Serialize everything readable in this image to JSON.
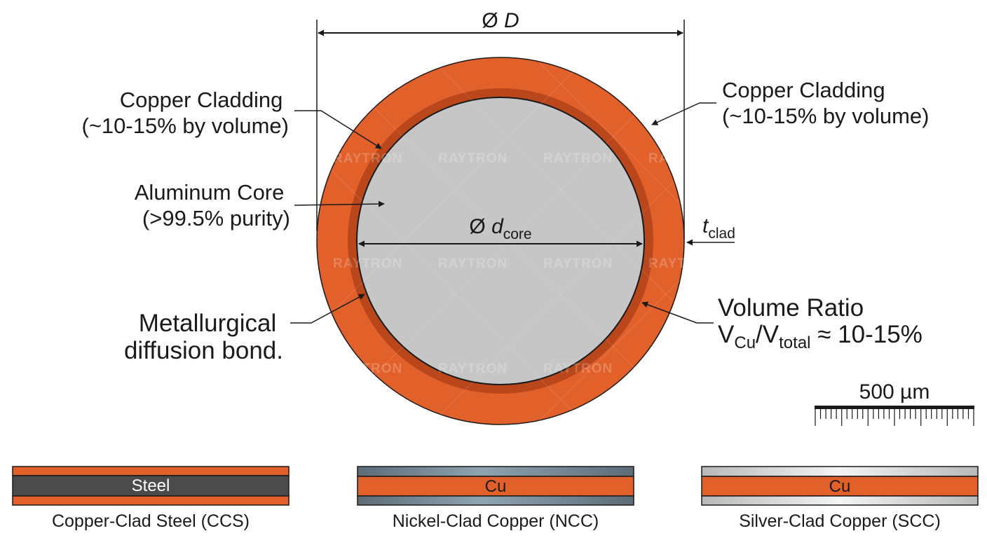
{
  "colors": {
    "copper": "#e2602a",
    "copper_dark": "#b9471b",
    "aluminum": "#c6c6c6",
    "steel": "#4b4b4b",
    "nickel": "#6f8290",
    "silver": "#d9d9d9",
    "outline": "#1a1a1a"
  },
  "dimensions": {
    "outer_diameter": {
      "symbol": "Ø",
      "var": "D"
    },
    "core_diameter": {
      "symbol": "Ø",
      "var": "d",
      "sub": "core"
    },
    "clad_thickness": {
      "var": "t",
      "sub": "clad"
    }
  },
  "callouts": {
    "cladding_left": {
      "line1": "Copper Cladding",
      "line2": "(~10-15% by volume)"
    },
    "cladding_right": {
      "line1": "Copper Cladding",
      "line2": "(~10-15% by volume)"
    },
    "core": {
      "line1": "Aluminum Core",
      "line2": "(>99.5% purity)"
    },
    "bond": {
      "line1": "Metallurgical",
      "line2": "diffusion bond."
    },
    "volume_ratio": {
      "title": "Volume Ratio",
      "v1": "V",
      "v1_sub": "Cu",
      "slash": "/",
      "v2": "V",
      "v2_sub": "total",
      "value": " ≈ 10-15%"
    }
  },
  "scale_bar": {
    "label": "500 µm"
  },
  "watermark": {
    "text": "RAYTRON"
  },
  "variants": [
    {
      "id": "ccs",
      "core_label": "Steel",
      "caption": "Copper-Clad Steel (CCS)",
      "core_color": "steel",
      "clad_color": "copper"
    },
    {
      "id": "ncc",
      "core_label": "Cu",
      "caption": "Nickel-Clad Copper (NCC)",
      "core_color": "copper",
      "clad_color": "nickel"
    },
    {
      "id": "scc",
      "core_label": "Cu",
      "caption": "Silver-Clad Copper (SCC)",
      "core_color": "copper",
      "clad_color": "silver"
    }
  ]
}
